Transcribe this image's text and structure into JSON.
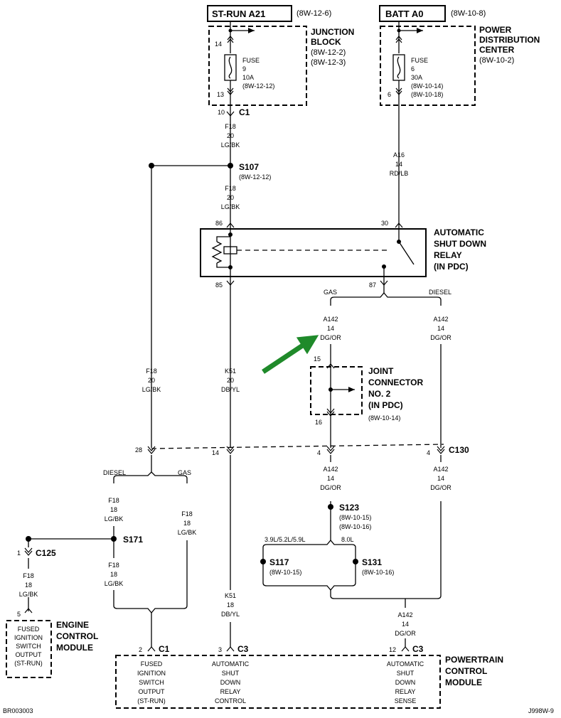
{
  "sources": [
    {
      "name": "ST-RUN A21",
      "ref": "(8W-12-6)"
    },
    {
      "name": "BATT A0",
      "ref": "(8W-10-8)"
    }
  ],
  "junction_block": {
    "title_line1": "JUNCTION",
    "title_line2": "BLOCK",
    "ref1": "(8W-12-2)",
    "ref2": "(8W-12-3)",
    "pin_in": "14",
    "pin_out": "13",
    "fuse_label": "FUSE",
    "fuse_num": "9",
    "fuse_amp": "10A",
    "fuse_ref": "(8W-12-12)"
  },
  "pdc": {
    "title_line1": "POWER",
    "title_line2": "DISTRIBUTION",
    "title_line3": "CENTER",
    "ref": "(8W-10-2)",
    "pin_out": "6",
    "fuse_label": "FUSE",
    "fuse_num": "6",
    "fuse_amp": "30A",
    "fuse_ref1": "(8W-10-14)",
    "fuse_ref2": "(8W-10-18)"
  },
  "wires": {
    "f18_20_lgbk": [
      "F18",
      "20",
      "LG/BK"
    ],
    "a16_14_rdlb": [
      "A16",
      "14",
      "RD/LB"
    ],
    "k51_20_dbyl": [
      "K51",
      "20",
      "DB/YL"
    ],
    "a142_14_dgor": [
      "A142",
      "14",
      "DG/OR"
    ],
    "f18_18_lgbk": [
      "F18",
      "18",
      "LG/BK"
    ],
    "k51_18_dbyl": [
      "K51",
      "18",
      "DB/YL"
    ]
  },
  "connectors": {
    "c1": "C1",
    "c3": "C3",
    "c125": "C125",
    "c130": "C130",
    "pin10": "10",
    "pin86": "86",
    "pin30": "30",
    "pin85": "85",
    "pin87": "87",
    "pin28": "28",
    "pin14": "14",
    "pin4a": "4",
    "pin4b": "4",
    "pin15": "15",
    "pin16": "16",
    "pin1": "1",
    "pin5": "5",
    "pin2": "2",
    "pin3": "3",
    "pin12": "12"
  },
  "splices": {
    "s107": {
      "name": "S107",
      "ref": "(8W-12-12)"
    },
    "s171": {
      "name": "S171"
    },
    "s123": {
      "name": "S123",
      "ref1": "(8W-10-15)",
      "ref2": "(8W-10-16)"
    },
    "s117": {
      "name": "S117",
      "ref": "(8W-10-15)"
    },
    "s131": {
      "name": "S131",
      "ref": "(8W-10-16)"
    }
  },
  "relay": {
    "line1": "AUTOMATIC",
    "line2": "SHUT DOWN",
    "line3": "RELAY",
    "line4": "(IN PDC)"
  },
  "branches": {
    "gas": "GAS",
    "diesel": "DIESEL",
    "eng_a": "3.9L/5.2L/5.9L",
    "eng_b": "8.0L"
  },
  "joint": {
    "line1": "JOINT",
    "line2": "CONNECTOR",
    "line3": "NO. 2",
    "line4": "(IN PDC)",
    "ref": "(8W-10-14)"
  },
  "ecm": {
    "box": [
      "FUSED",
      "IGNITION",
      "SWITCH",
      "OUTPUT",
      "(ST-RUN)"
    ],
    "title": [
      "ENGINE",
      "CONTROL",
      "MODULE"
    ]
  },
  "pcm": {
    "title": [
      "POWERTRAIN",
      "CONTROL",
      "MODULE"
    ],
    "pin_a": [
      "FUSED",
      "IGNITION",
      "SWITCH",
      "OUTPUT",
      "(ST-RUN)"
    ],
    "pin_b": [
      "AUTOMATIC",
      "SHUT",
      "DOWN",
      "RELAY",
      "CONTROL"
    ],
    "pin_c": [
      "AUTOMATIC",
      "SHUT",
      "DOWN",
      "RELAY",
      "SENSE"
    ]
  },
  "footer": {
    "left": "BR003003",
    "right": "J998W-9"
  },
  "colors": {
    "arrow": "#1f8a2a",
    "ink": "#000000"
  }
}
